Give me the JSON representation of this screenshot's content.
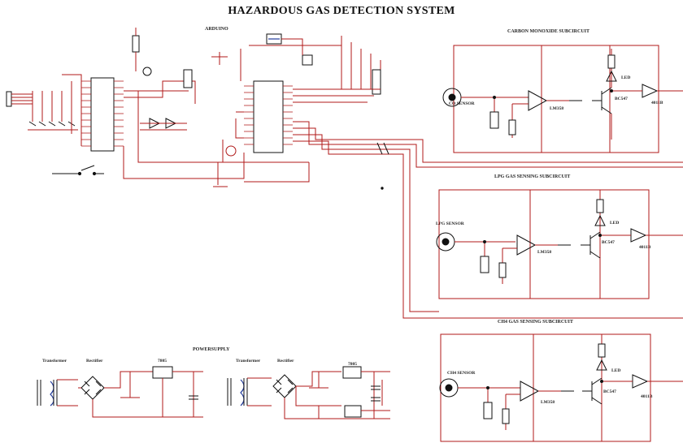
{
  "title": "HAZARDOUS GAS DETECTION SYSTEM",
  "sections": {
    "arduino": "ARDUINO",
    "co_circuit": "CARBON MONOXIDE SUBCIRCUIT",
    "lpg_circuit": "LPG GAS SENSING SUBCIRCUIT",
    "ch4_circuit": "CH4 GAS SENSING SUBCIRCUIT",
    "power_supply": "POWERSUPPLY"
  },
  "power": {
    "transformer": "Transformer",
    "rectifier": "Rectifier",
    "regulator": "7805"
  },
  "subcircuit_parts": {
    "co_sensor": "CO SENSOR",
    "lpg_sensor": "LPG SENSOR",
    "ch4_sensor": "CH4 SENSOR",
    "opamp": "LM358",
    "transistor": "BC547",
    "buzzer": "4011B",
    "led": "LED"
  },
  "colors": {
    "wire": "#b01818",
    "component": "#111111",
    "accent": "#203a9a"
  }
}
